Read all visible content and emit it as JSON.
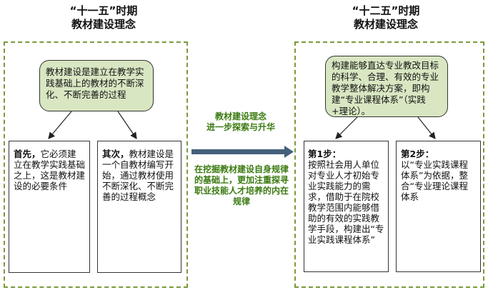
{
  "left": {
    "heading_line1": "“十一五”时期",
    "heading_line2": "教材建设理念",
    "concept": "教材建设是建立在教学实践基础上的教材的不断深化、不断完善的过程",
    "box1_lead": "首先，",
    "box1_text": "它必须建立在教学实践基础之上，这是教材建设的必要条件",
    "box2_lead": "其次，",
    "box2_text": "教材建设是一个自教材编写开始，通过教材使用不断深化、不断完善的过程概念"
  },
  "middle": {
    "title_line1": "教材建设理念",
    "title_line2": "进一步探索与升华",
    "desc": "在挖掘教材建设自身规律的基础上，更加注重探寻职业技能人才培养的内在规律"
  },
  "right": {
    "heading_line1": "“十二五”时期",
    "heading_line2": "教材建设理念",
    "concept": "构建能够直达专业教改目标的科学、合理、有效的专业教学整体解决方案，即构建“专业课程体系”（实践+理论）。",
    "step1_label": "第1步：",
    "step1_text": "按照社会用人单位对专业人才初始专业实践能力的需求，借助于在院校教学范围内能够借助的有效的实践教学手段，构建出“专业实践课程体系”",
    "step2_label": "第2步：",
    "step2_text": "以“专业实践课程体系”为依据，整合“专业理论课程体系"
  },
  "colors": {
    "panel_border": "#7a9a3a",
    "concept_fill": "#d8e6c2",
    "arrow": "#44607a",
    "middle_text": "#3a7a10"
  }
}
